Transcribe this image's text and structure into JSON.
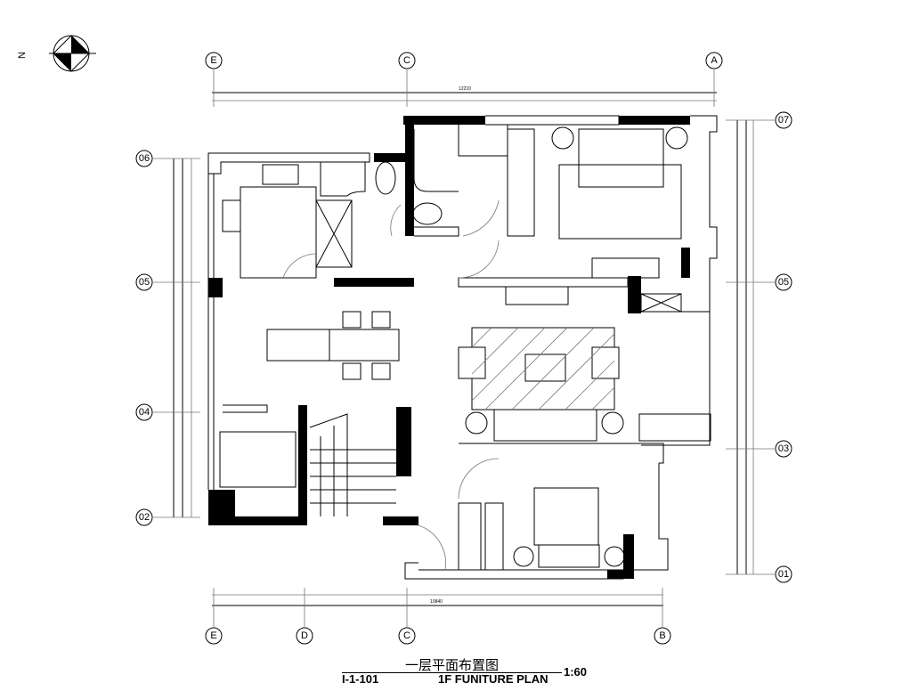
{
  "title": {
    "chinese": "一层平面布置图",
    "code": "I-1-101",
    "english": "1F FUNITURE PLAN",
    "scale": "1:60"
  },
  "grid_axes": {
    "top": [
      "E",
      "C",
      "A"
    ],
    "bottom": [
      "E",
      "D",
      "C",
      "B"
    ],
    "left": [
      "06",
      "05",
      "04",
      "02"
    ],
    "right": [
      "07",
      "05",
      "03",
      "01"
    ]
  },
  "dimensions": {
    "top_total": "12210",
    "bottom_total": "10840"
  },
  "north_arrow": "north-arrow-icon"
}
